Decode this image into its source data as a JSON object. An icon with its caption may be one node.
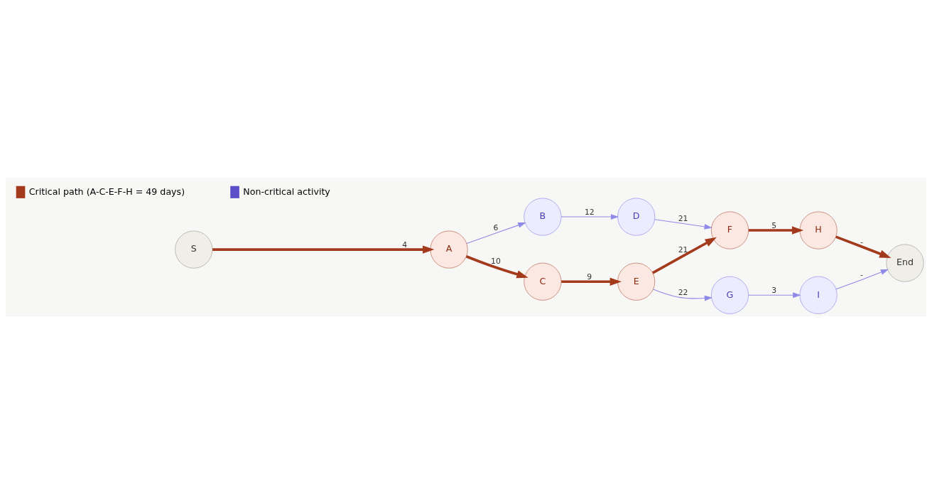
{
  "diagram": {
    "nodes": [
      {
        "text": [
          "S"
        ]
      },
      {
        "text": [
          "A"
        ]
      },
      {
        "text": [
          "B"
        ]
      },
      {
        "text": [
          "C"
        ]
      },
      {
        "text": [
          "D"
        ]
      },
      {
        "text": [
          "E"
        ]
      },
      {
        "text": [
          "F"
        ]
      },
      {
        "text": [
          "G"
        ]
      },
      {
        "text": [
          "H"
        ]
      },
      {
        "text": [
          "I"
        ]
      },
      {
        "text": [
          "End"
        ]
      }
    ],
    "edges": [
      {
        "from": 0,
        "to": 1,
        "arrow": "to",
        "label": "4",
        "style": "thick",
        "color": "#a33a1c"
      },
      {
        "from": 1,
        "to": 2,
        "arrow": "to",
        "label": "6",
        "color": "#8f8ae8"
      },
      {
        "from": 1,
        "to": 3,
        "arrow": "to",
        "label": "10",
        "style": "thick",
        "color": "#a33a1c"
      },
      {
        "from": 2,
        "to": 4,
        "arrow": "to",
        "label": "12",
        "color": "#8f8ae8"
      },
      {
        "from": 3,
        "to": 5,
        "arrow": "to",
        "label": "9",
        "style": "thick",
        "color": "#a33a1c"
      },
      {
        "from": 4,
        "to": 6,
        "arrow": "to",
        "label": "21",
        "color": "#8f8ae8"
      },
      {
        "from": 5,
        "to": 6,
        "arrow": "to",
        "label": "21",
        "style": "thick",
        "color": "#a33a1c"
      },
      {
        "from": 5,
        "to": 7,
        "arrow": "to",
        "label": "22",
        "color": "#8f8ae8"
      },
      {
        "from": 7,
        "to": 9,
        "arrow": "to",
        "label": "3",
        "color": "#8f8ae8"
      },
      {
        "from": 6,
        "to": 8,
        "arrow": "to",
        "label": "5",
        "style": "thick",
        "color": "#a33a1c"
      },
      {
        "from": 8,
        "to": 10,
        "arrow": "to",
        "label": "-",
        "style": "thick",
        "color": "#a33a1c"
      },
      {
        "from": 9,
        "to": 10,
        "arrow": "to",
        "label": "-",
        "color": "#8f8ae8"
      }
    ],
    "legend": [
      {
        "text": "Critical path (A-C-E-F-H = 49 days)",
        "color": "#a33a1c"
      },
      {
        "text": "Non-critical activity",
        "color": "#5b4fc7"
      }
    ]
  }
}
